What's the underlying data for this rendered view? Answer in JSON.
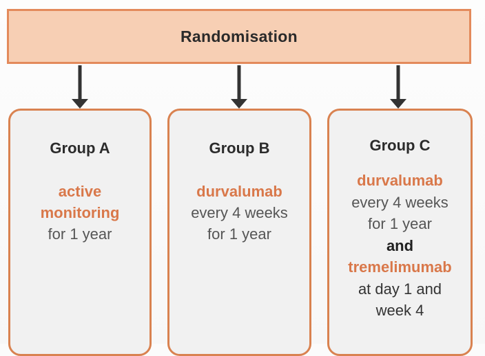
{
  "randomisation": {
    "label": "Randomisation"
  },
  "colors": {
    "header_fill": "#f7cfb4",
    "header_border": "#e38a5b",
    "group_border": "#d98250",
    "group_fill": "#f1f1f1",
    "drug_text": "#d9784a",
    "arrow": "#333333"
  },
  "groups": [
    {
      "title": "Group A",
      "lines": [
        "active",
        "monitoring",
        "for 1 year"
      ]
    },
    {
      "title": "Group B",
      "lines": [
        "durvalumab",
        "every 4 weeks",
        "for 1 year"
      ]
    },
    {
      "title": "Group C",
      "lines": [
        "durvalumab",
        "every 4 weeks",
        "for 1 year",
        "and",
        "tremelimumab",
        "at day 1 and",
        "week 4"
      ]
    }
  ]
}
